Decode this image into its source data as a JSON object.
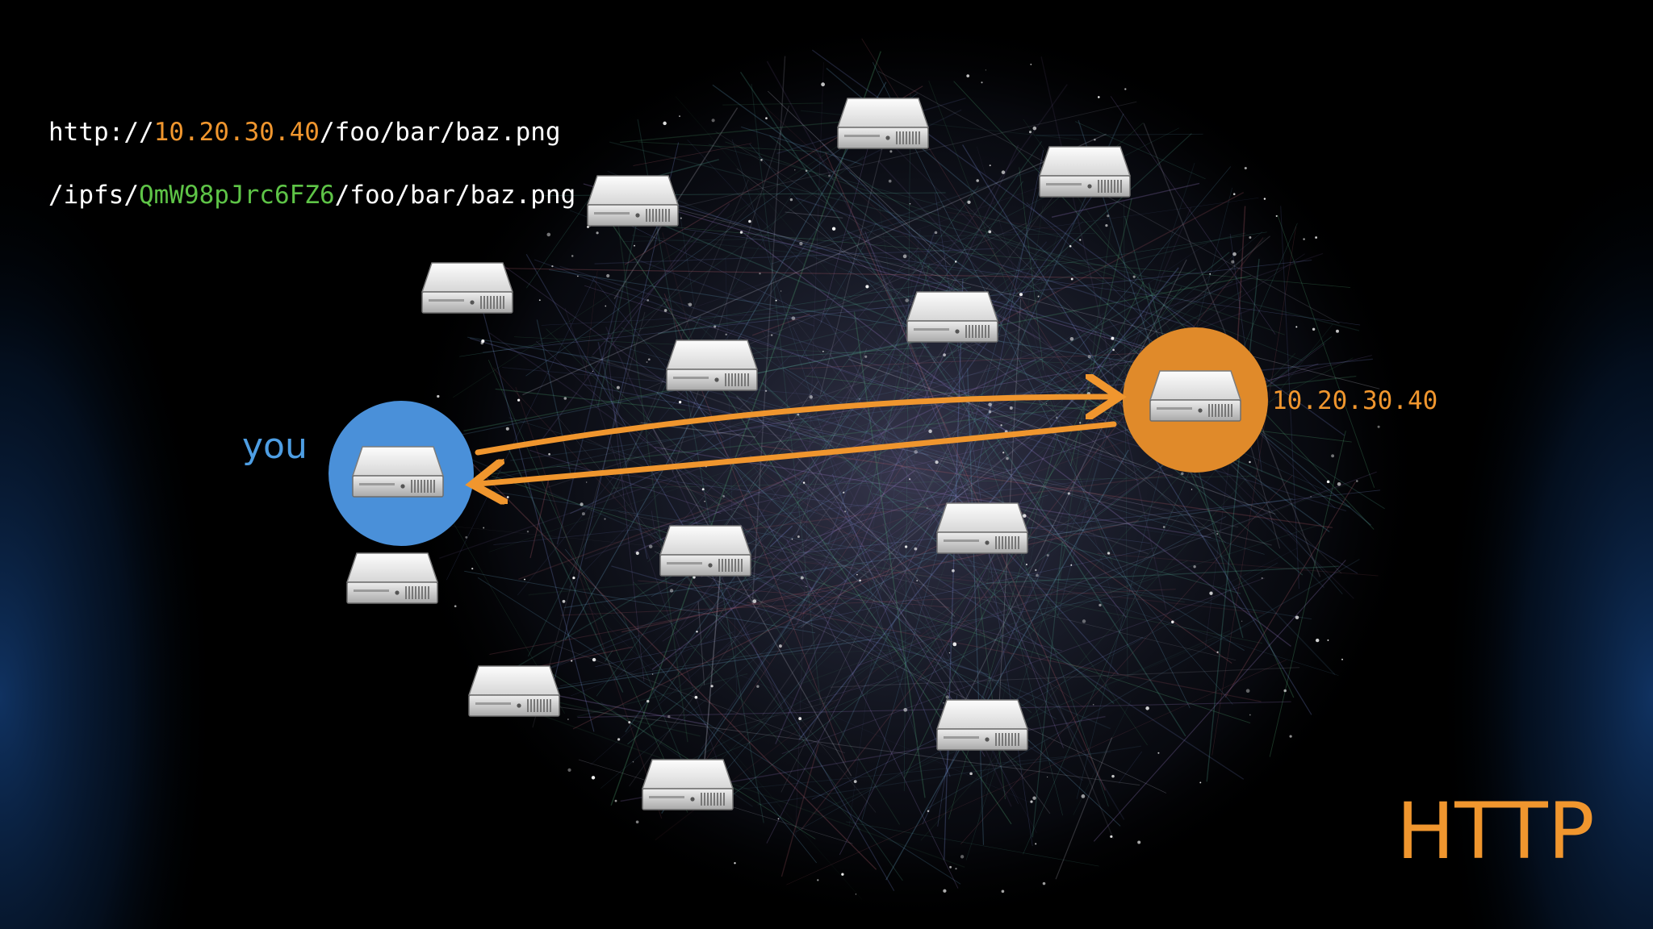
{
  "urls": {
    "http": {
      "prefix": "http://",
      "address": "10.20.30.40",
      "path": "/foo/bar/baz.png"
    },
    "ipfs": {
      "prefix": "/ipfs/",
      "hash": "QmW98pJrc6FZ6",
      "path": "/foo/bar/baz.png"
    }
  },
  "you_label": "you",
  "target_label": "10.20.30.40",
  "protocol_label": "HTTP",
  "colors": {
    "you": "#4a90d9",
    "target": "#e08a2a",
    "arrow": "#f0962e",
    "address_highlight": "#f0962e",
    "hash_highlight": "#5ec447"
  },
  "icons": {
    "server": "server-icon"
  }
}
